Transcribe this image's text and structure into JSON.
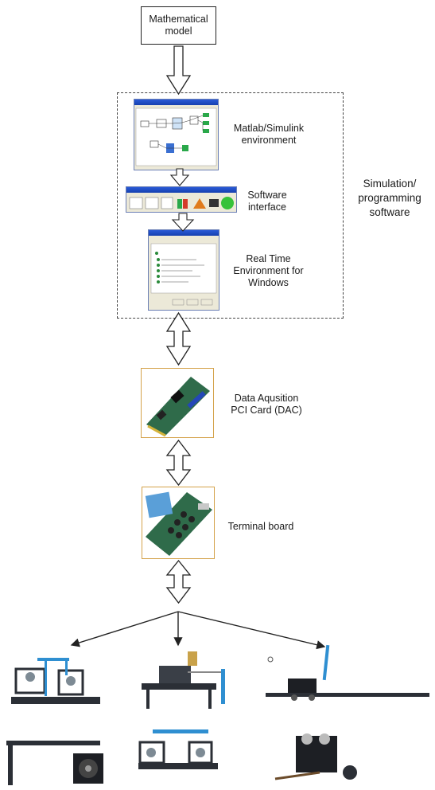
{
  "nodes": {
    "mathematical_model": "Mathematical\nmodel",
    "matlab_simulink": "Matlab/Simulink\nenvironment",
    "software_interface": "Software\ninterface",
    "rtwin": "Real Time\nEnvironment for\nWindows",
    "group_label": "Simulation/\nprogramming\nsoftware",
    "daq_card": "Data Aqusition\nPCI Card (DAC)",
    "terminal_board": "Terminal board"
  },
  "colors": {
    "outline": "#222222",
    "window_title": "#2a5bd7",
    "card_border": "#d4a24a",
    "pcb_green": "#2f6b4a",
    "rig_blue": "#2f8fd1",
    "rig_dark": "#2b2f36"
  }
}
